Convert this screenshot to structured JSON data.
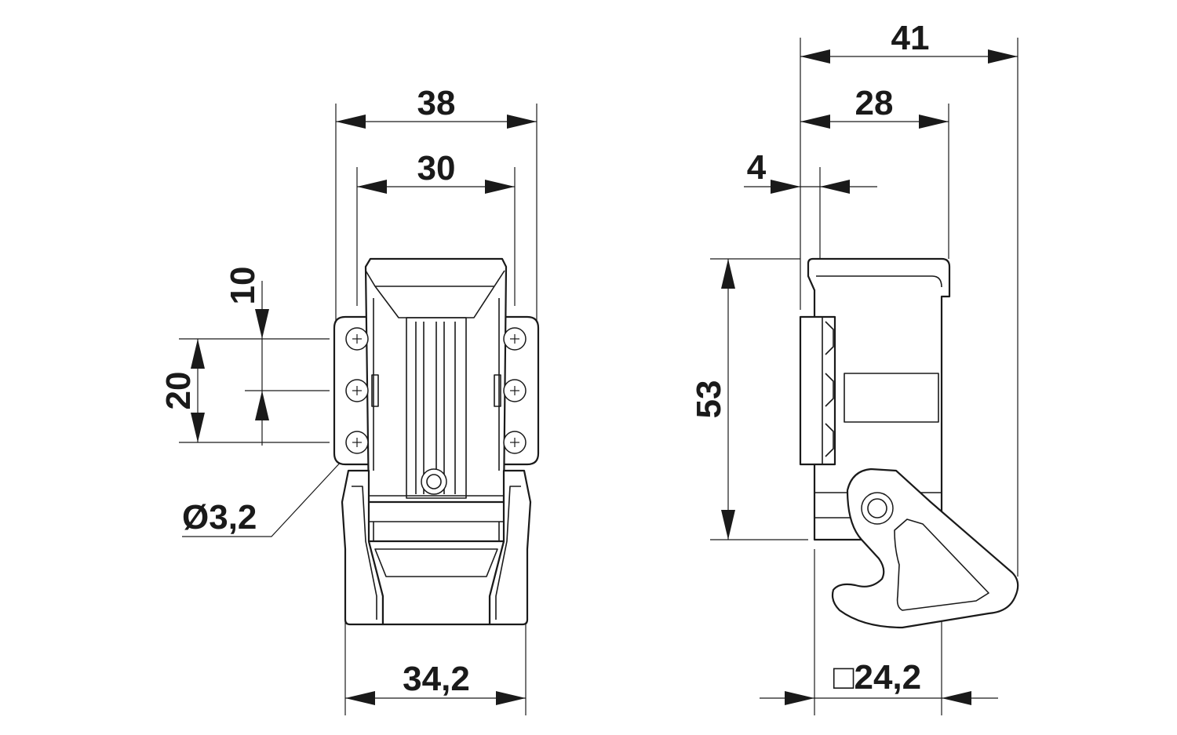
{
  "dimensions": {
    "width_38": "38",
    "width_30": "30",
    "pitch_10": "10",
    "pitch_20": "20",
    "hole_dia": "Ø3,2",
    "base_34_2": "34,2",
    "depth_41": "41",
    "depth_28": "28",
    "offset_4": "4",
    "height_53": "53",
    "square_24_2": "□24,2"
  },
  "colors": {
    "line": "#1a1a1a",
    "background": "#ffffff"
  }
}
